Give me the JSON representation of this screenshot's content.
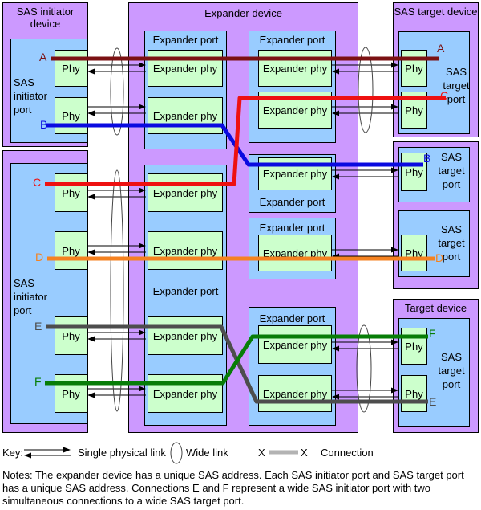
{
  "strings": {
    "phy": "Phy",
    "expander_phy": "Expander phy",
    "expander_port": "Expander port",
    "sas_initiator_port": "SAS initiator port",
    "sas_target_port": "SAS target port"
  },
  "devices": {
    "initiator_top": "SAS initiator device",
    "expander": "Expander device",
    "target_top": "SAS target device",
    "target_bottom": "Target device"
  },
  "connections": {
    "A": {
      "label": "A",
      "color": "#7b1113"
    },
    "B": {
      "label": "B",
      "color": "#0a0ae0"
    },
    "C": {
      "label": "C",
      "color": "#ee1111"
    },
    "D": {
      "label": "D",
      "color": "#f58220"
    },
    "E": {
      "label": "E",
      "color": "#4d4d4d"
    },
    "F": {
      "label": "F",
      "color": "#077d07"
    }
  },
  "key": {
    "title": "Key:",
    "single_link": "Single physical link",
    "wide_link": "Wide link",
    "x_left": "X",
    "x_right": "X",
    "connection": "Connection",
    "connection_line_color": "#b3b3b3"
  },
  "notes_lines": [
    "Notes: The expander device has a unique SAS address. Each SAS initiator port and SAS target port",
    "has a unique SAS address. Connections E and F represent a wide SAS initiator port with two",
    "simultaneous connections to a wide SAS target port."
  ],
  "palette": {
    "device_fill": "#cc99ff",
    "port_fill": "#99ccff",
    "phy_fill": "#ccffcc"
  }
}
